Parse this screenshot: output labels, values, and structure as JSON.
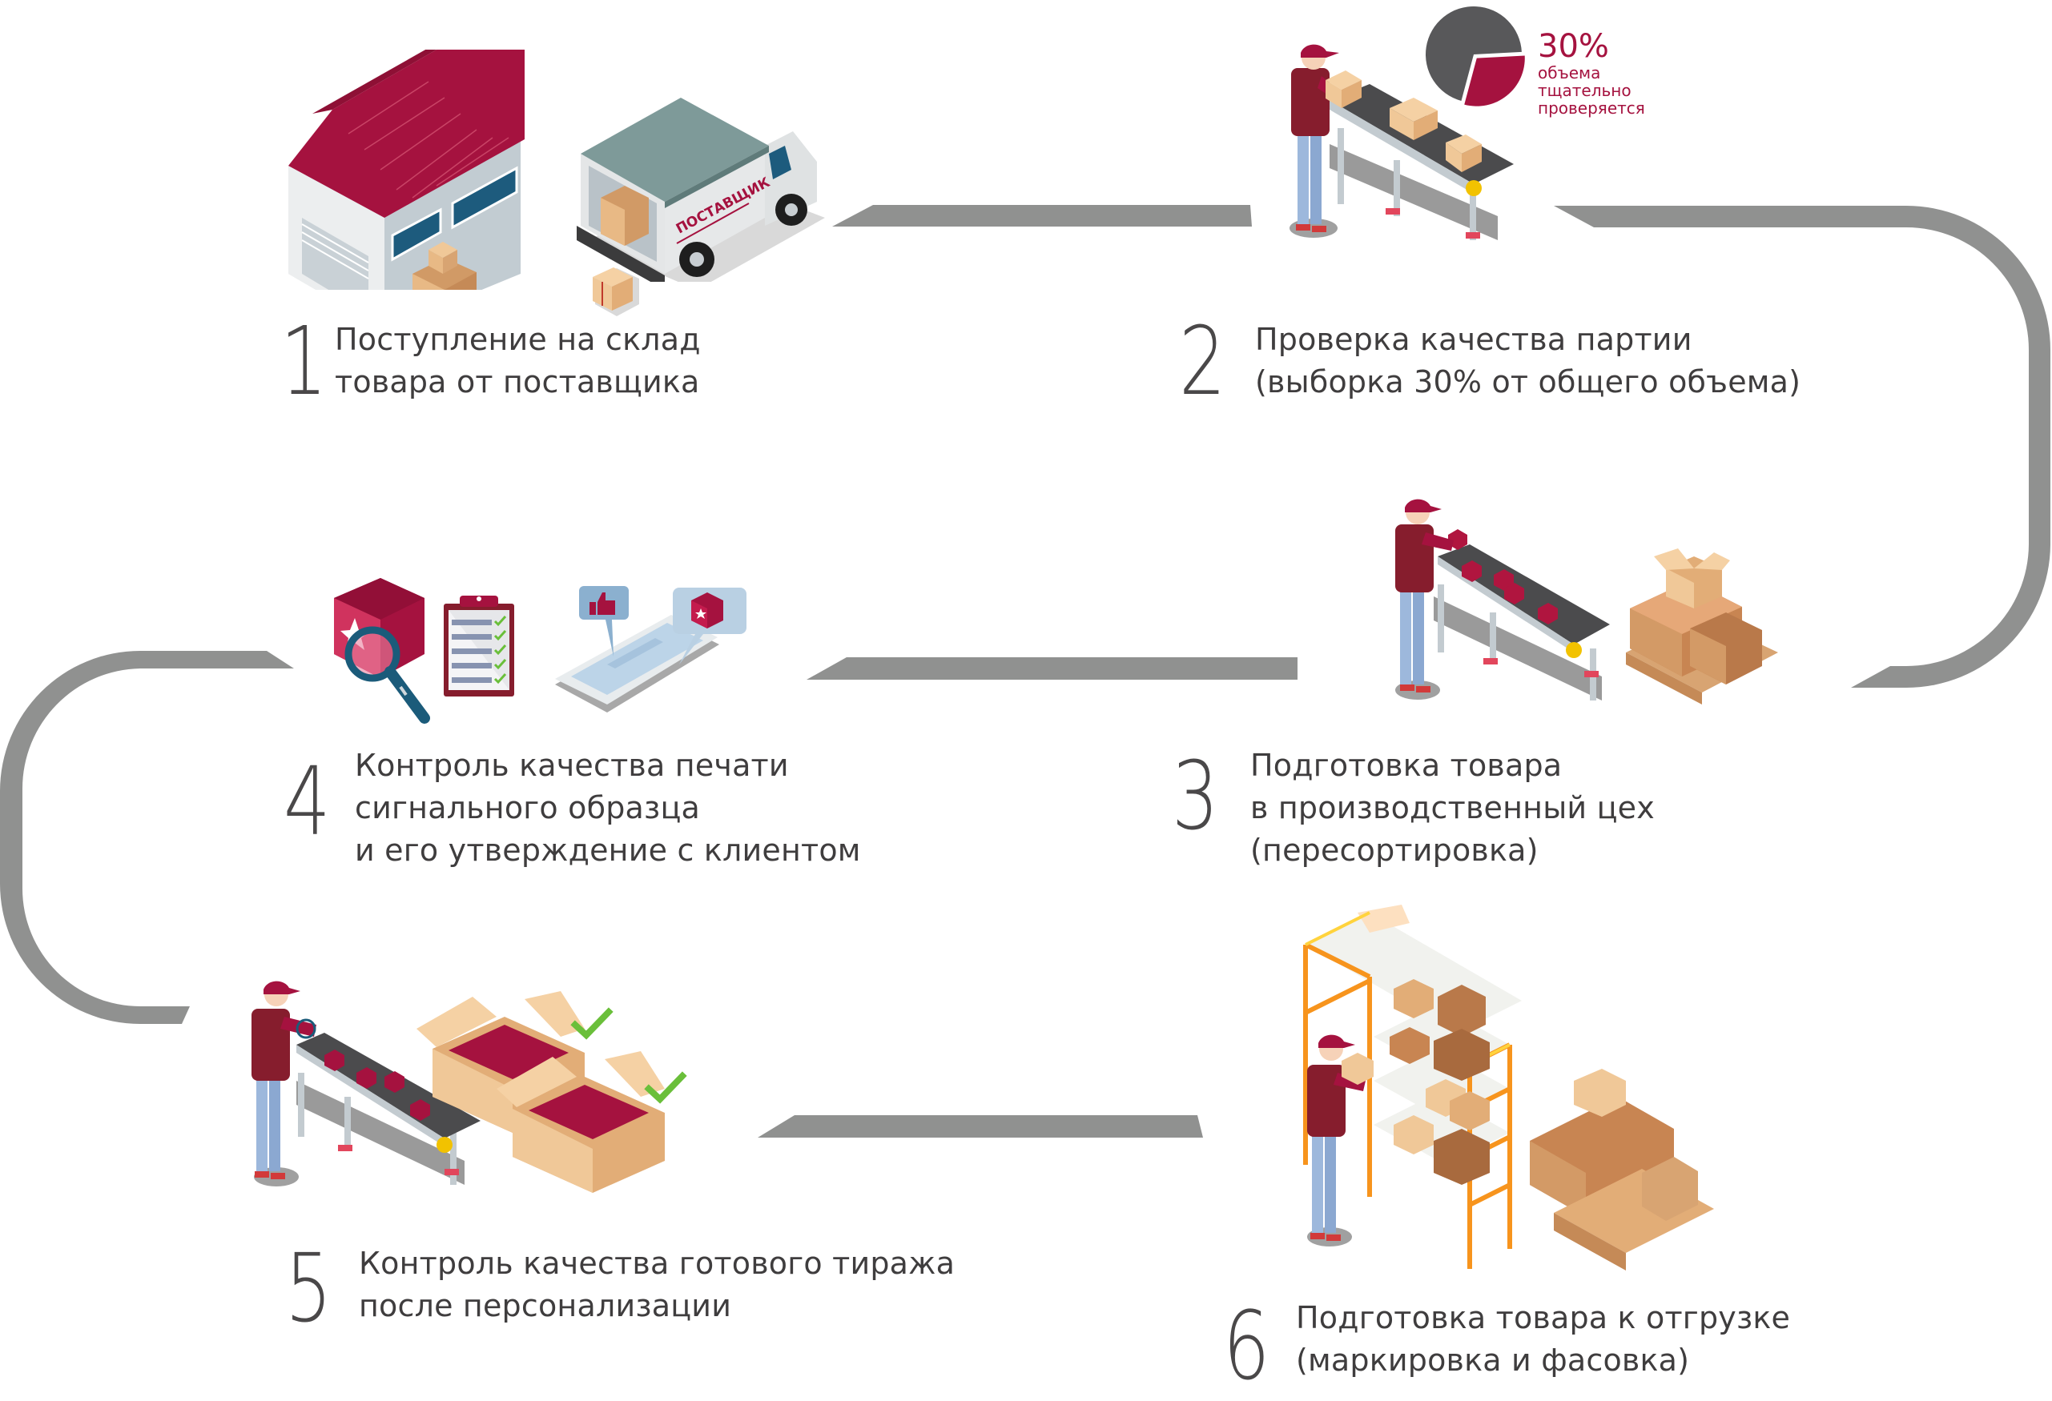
{
  "steps": [
    {
      "number": "1",
      "lines": [
        "Поступление на склад",
        "товара от поставщика"
      ]
    },
    {
      "number": "2",
      "lines": [
        "Проверка качества партии",
        "(выборка 30% от общего объема)"
      ]
    },
    {
      "number": "3",
      "lines": [
        "Подготовка товара",
        "в производственный цех",
        "(пересортировка)"
      ]
    },
    {
      "number": "4",
      "lines": [
        "Контроль качества печати",
        "сигнального образца",
        "и его утверждение с клиентом"
      ]
    },
    {
      "number": "5",
      "lines": [
        "Контроль качества готового тиража",
        "после персонализации"
      ]
    },
    {
      "number": "6",
      "lines": [
        "Подготовка товара к отгрузке",
        "(маркировка и фасовка)"
      ]
    }
  ],
  "sample_callout": {
    "percent_value": 30,
    "percent_label": "30%",
    "caption_lines": [
      "объема",
      "тщательно",
      "проверяется"
    ]
  },
  "truck_label": "ПОСТАВЩИК",
  "colors": {
    "brand_red": "#a5123f",
    "track_gray": "#909190",
    "text_dark": "#3f3d3e",
    "pie_gray": "#58585a",
    "check_green": "#6abf3a",
    "cardboard": "#e8b985",
    "teal_roof": "#7e9a99",
    "window_blue": "#1d5b7d",
    "shelf_orange": "#f7941d"
  },
  "icons": {
    "warehouse": "warehouse-icon",
    "truck": "delivery-truck-icon",
    "worker": "worker-icon",
    "conveyor": "conveyor-belt-icon",
    "pie": "pie-chart-icon",
    "magnifier": "magnifier-icon",
    "clipboard": "checklist-clipboard-icon",
    "phone": "smartphone-icon",
    "thumbs_up": "thumbs-up-icon",
    "checkmark": "checkmark-icon",
    "shelving": "shelving-rack-icon",
    "pallet": "pallet-icon"
  }
}
